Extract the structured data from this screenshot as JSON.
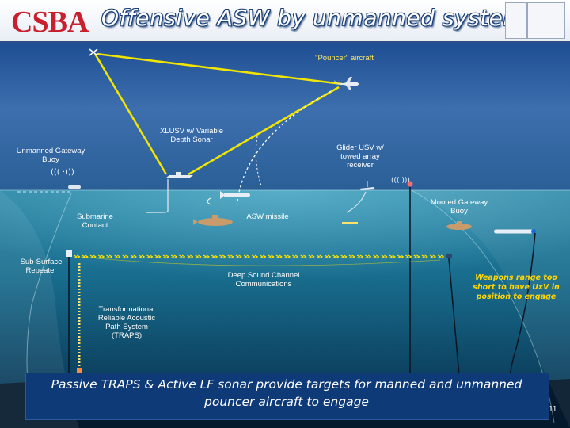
{
  "header": {
    "logo": "CSBA",
    "title": "Offensive ASW by unmanned systems"
  },
  "labels": {
    "pouncer": "\"Pouncer\" aircraft",
    "xlusv_line1": "XLUSV w/ Variable",
    "xlusv_line2": "Depth Sonar",
    "gateway_line1": "Unmanned Gateway",
    "gateway_line2": "Buoy",
    "glider_line1": "Glider USV w/",
    "glider_line2": "towed array",
    "glider_line3": "receiver",
    "sub_line1": "Submarine",
    "sub_line2": "Contact",
    "asw_missile": "ASW missile",
    "moored_line1": "Moored Gateway",
    "moored_line2": "Buoy",
    "repeater_line1": "Sub-Surface",
    "repeater_line2": "Repeater",
    "deep_line1": "Deep Sound Channel",
    "deep_line2": "Communications",
    "weapons_line1": "Weapons range too",
    "weapons_line2": "short to have UxV in",
    "weapons_line3": "position to engage",
    "traps_line1": "Transformational",
    "traps_line2": "Reliable Acoustic",
    "traps_line3": "Path System",
    "traps_line4": "(TRAPS)"
  },
  "footer": {
    "line1": "Passive TRAPS & Active LF sonar provide targets  for manned and unmanned",
    "line2": "pouncer aircraft to engage",
    "page": "11"
  },
  "colors": {
    "header_blue": "#1a3f77",
    "logo_red": "#c8202f",
    "link_yellow": "#f2e600",
    "sonar_wave": "#ffe600",
    "weapons_text": "#ffd700",
    "footer_box": "#0f3a78"
  }
}
